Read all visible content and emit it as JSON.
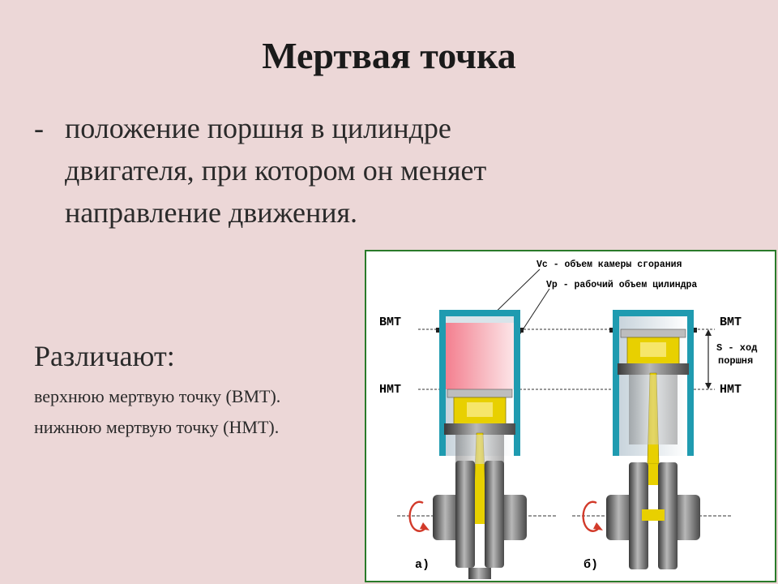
{
  "title": "Мертвая точка",
  "definition": {
    "dash": "-",
    "line1": "положение поршня в цилиндре",
    "line2": "двигателя, при котором он меняет",
    "line3": "направление движения."
  },
  "distinguish": {
    "heading": "Различают:",
    "item1": "верхнюю мертвую точку (ВМТ).",
    "item2": "нижнюю мертвую точку (НМТ)."
  },
  "diagram": {
    "vc_label": "Vc - объем камеры сгорания",
    "vp_label": "Vp - рабочий объем цилиндра",
    "bmt_left": "ВМТ",
    "nmt_left": "НМТ",
    "bmt_right": "ВМТ",
    "nmt_right": "НМТ",
    "stroke_line1": "S - ход",
    "stroke_line2": "поршня",
    "label_a": "а)",
    "label_b": "б)",
    "colors": {
      "cylinder_wall": "#1f9bb0",
      "working_volume": "#f08a98",
      "piston": "#e8d000",
      "metal": "#808080",
      "frame": "#2a7a2a",
      "rotation_arrow": "#d23a2a"
    }
  }
}
